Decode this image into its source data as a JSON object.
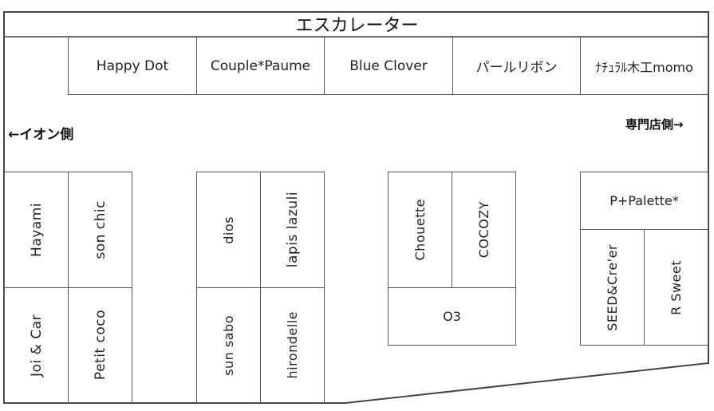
{
  "escalator": "エスカレーター",
  "arrows": {
    "left": "←イオン側",
    "right": "専門店側→"
  },
  "shops": {
    "top_row": [
      "Happy Dot",
      "Couple*Paume",
      "Blue Clover",
      "パールリボン",
      "ﾅﾁｭﾗﾙ木工momo"
    ],
    "block1": [
      "Hayami",
      "son chic",
      "Joi & Car",
      "Petit coco"
    ],
    "block2": [
      "dios",
      "lapis lazuli",
      "sun sabo",
      "hirondelle"
    ],
    "block3": [
      "Chouette",
      "COCOZY",
      "O3"
    ],
    "block4": [
      "P+Palette*",
      "SEED&Cre'er",
      "R Sweet"
    ]
  }
}
